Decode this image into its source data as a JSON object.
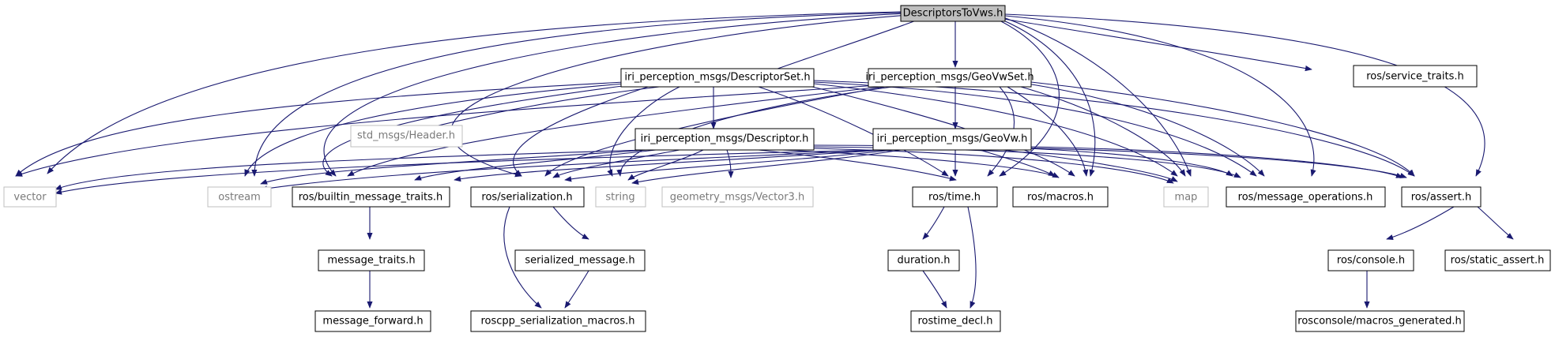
{
  "graph_title": "DescriptorsToVws.h",
  "colors": {
    "edge": "#191970",
    "node_border": "#000000",
    "external_border": "#bfbfbf",
    "root_fill": "#bfbfbf",
    "external_text": "#7a7a7a"
  },
  "nodes": {
    "root": "DescriptorsToVws.h",
    "descriptor_set": "iri_perception_msgs/DescriptorSet.h",
    "geo_vw_set": "iri_perception_msgs/GeoVwSet.h",
    "service_traits": "ros/service_traits.h",
    "std_header": "std_msgs/Header.h",
    "descriptor": "iri_perception_msgs/Descriptor.h",
    "geo_vw": "iri_perception_msgs/GeoVw.h",
    "vector": "vector",
    "ostream": "ostream",
    "builtin_traits": "ros/builtin_message_traits.h",
    "serialization": "ros/serialization.h",
    "string": "string",
    "vector3": "geometry_msgs/Vector3.h",
    "time": "ros/time.h",
    "macros": "ros/macros.h",
    "map": "map",
    "message_operations": "ros/message_operations.h",
    "assert": "ros/assert.h",
    "message_traits": "message_traits.h",
    "serialized_message": "serialized_message.h",
    "duration": "duration.h",
    "console": "ros/console.h",
    "static_assert": "ros/static_assert.h",
    "message_forward": "message_forward.h",
    "roscpp_macros": "roscpp_serialization_macros.h",
    "rostime_decl": "rostime_decl.h",
    "rosconsole_macros": "rosconsole/macros_generated.h"
  }
}
